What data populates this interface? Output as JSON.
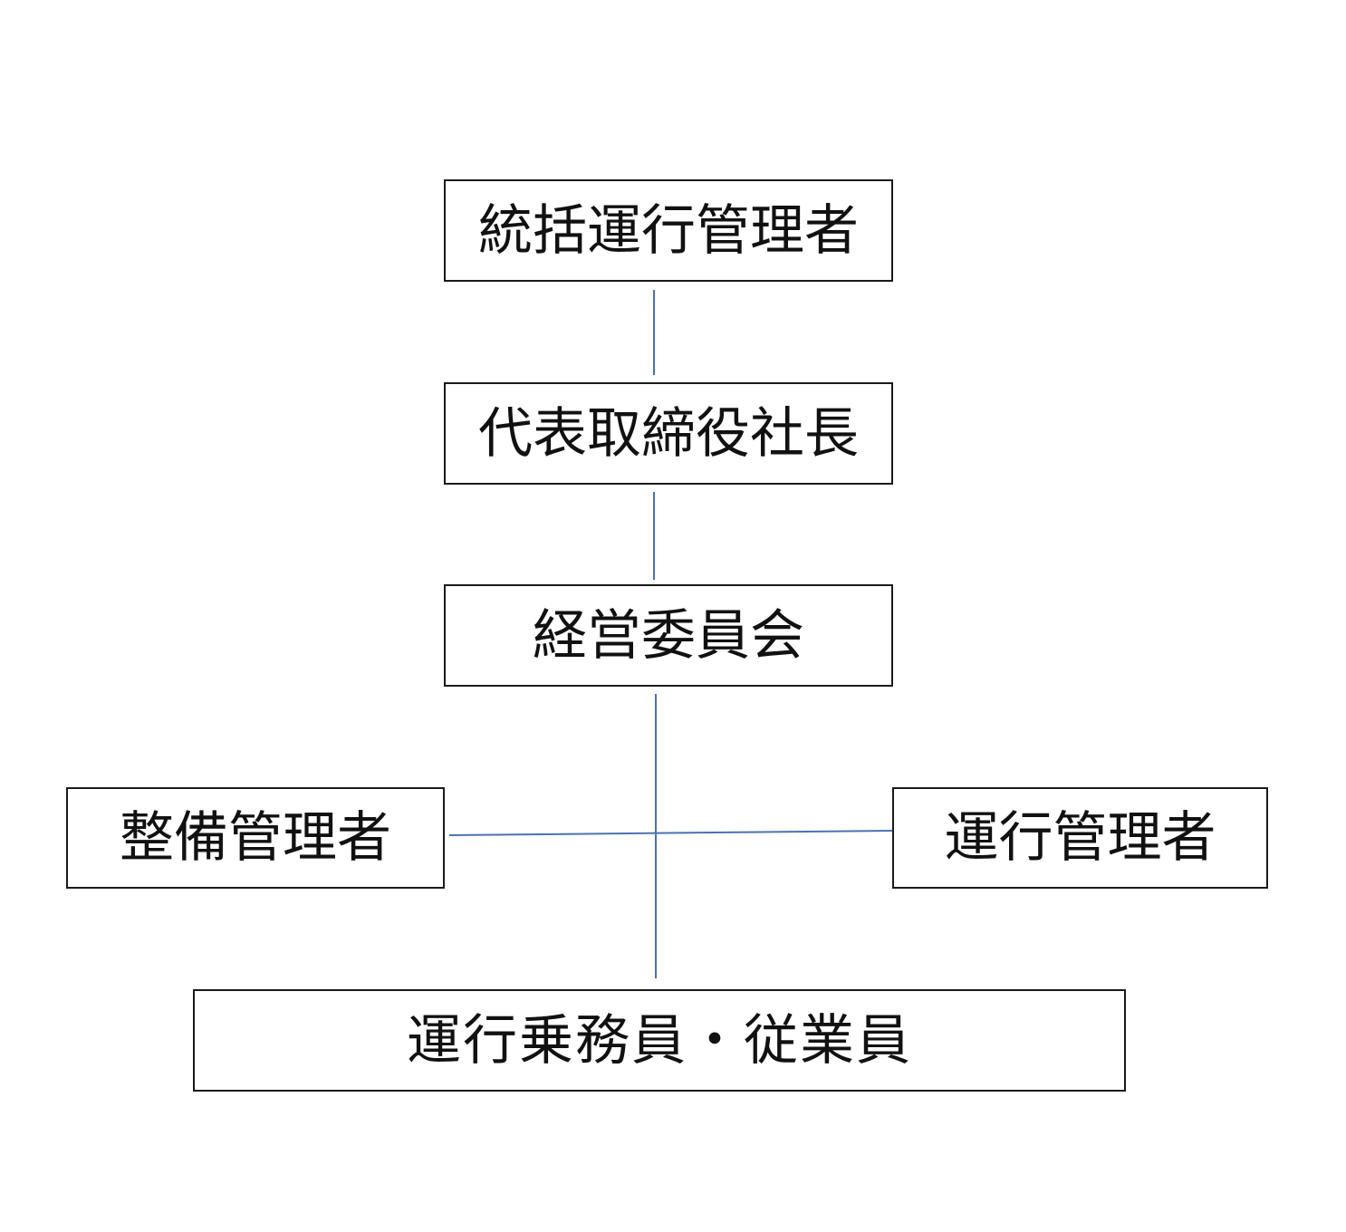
{
  "diagram": {
    "type": "org-chart",
    "line_color": "#4a72b0",
    "nodes": {
      "supervisor": "統括運行管理者",
      "president": "代表取締役社長",
      "committee": "経営委員会",
      "maintenance": "整備管理者",
      "operations": "運行管理者",
      "staff": "運行乗務員・従業員"
    },
    "edges": [
      {
        "from": "supervisor",
        "to": "president"
      },
      {
        "from": "president",
        "to": "committee"
      },
      {
        "from": "committee",
        "to": "staff"
      },
      {
        "from": "maintenance",
        "to": "operations"
      }
    ]
  }
}
